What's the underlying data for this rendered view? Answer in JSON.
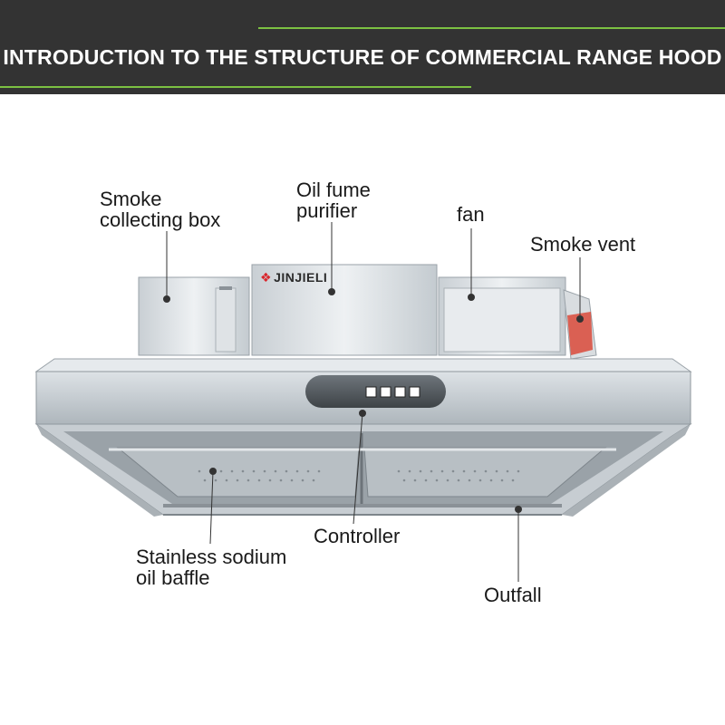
{
  "banner": {
    "title": "INTRODUCTION TO THE STRUCTURE OF COMMERCIAL RANGE HOOD",
    "accent_color": "#7cc142",
    "background_color": "#333333"
  },
  "brand": {
    "name": "JINJIELI",
    "icon": "flame-logo-icon",
    "icon_color": "#d9262c"
  },
  "labels": {
    "smoke_collecting_box": [
      "Smoke",
      "collecting box"
    ],
    "oil_fume_purifier": [
      "Oil fume",
      "purifier"
    ],
    "fan": "fan",
    "smoke_vent": "Smoke vent",
    "controller": "Controller",
    "baffle": [
      "Stainless sodium",
      "oil baffle"
    ],
    "outfall": "Outfall"
  }
}
